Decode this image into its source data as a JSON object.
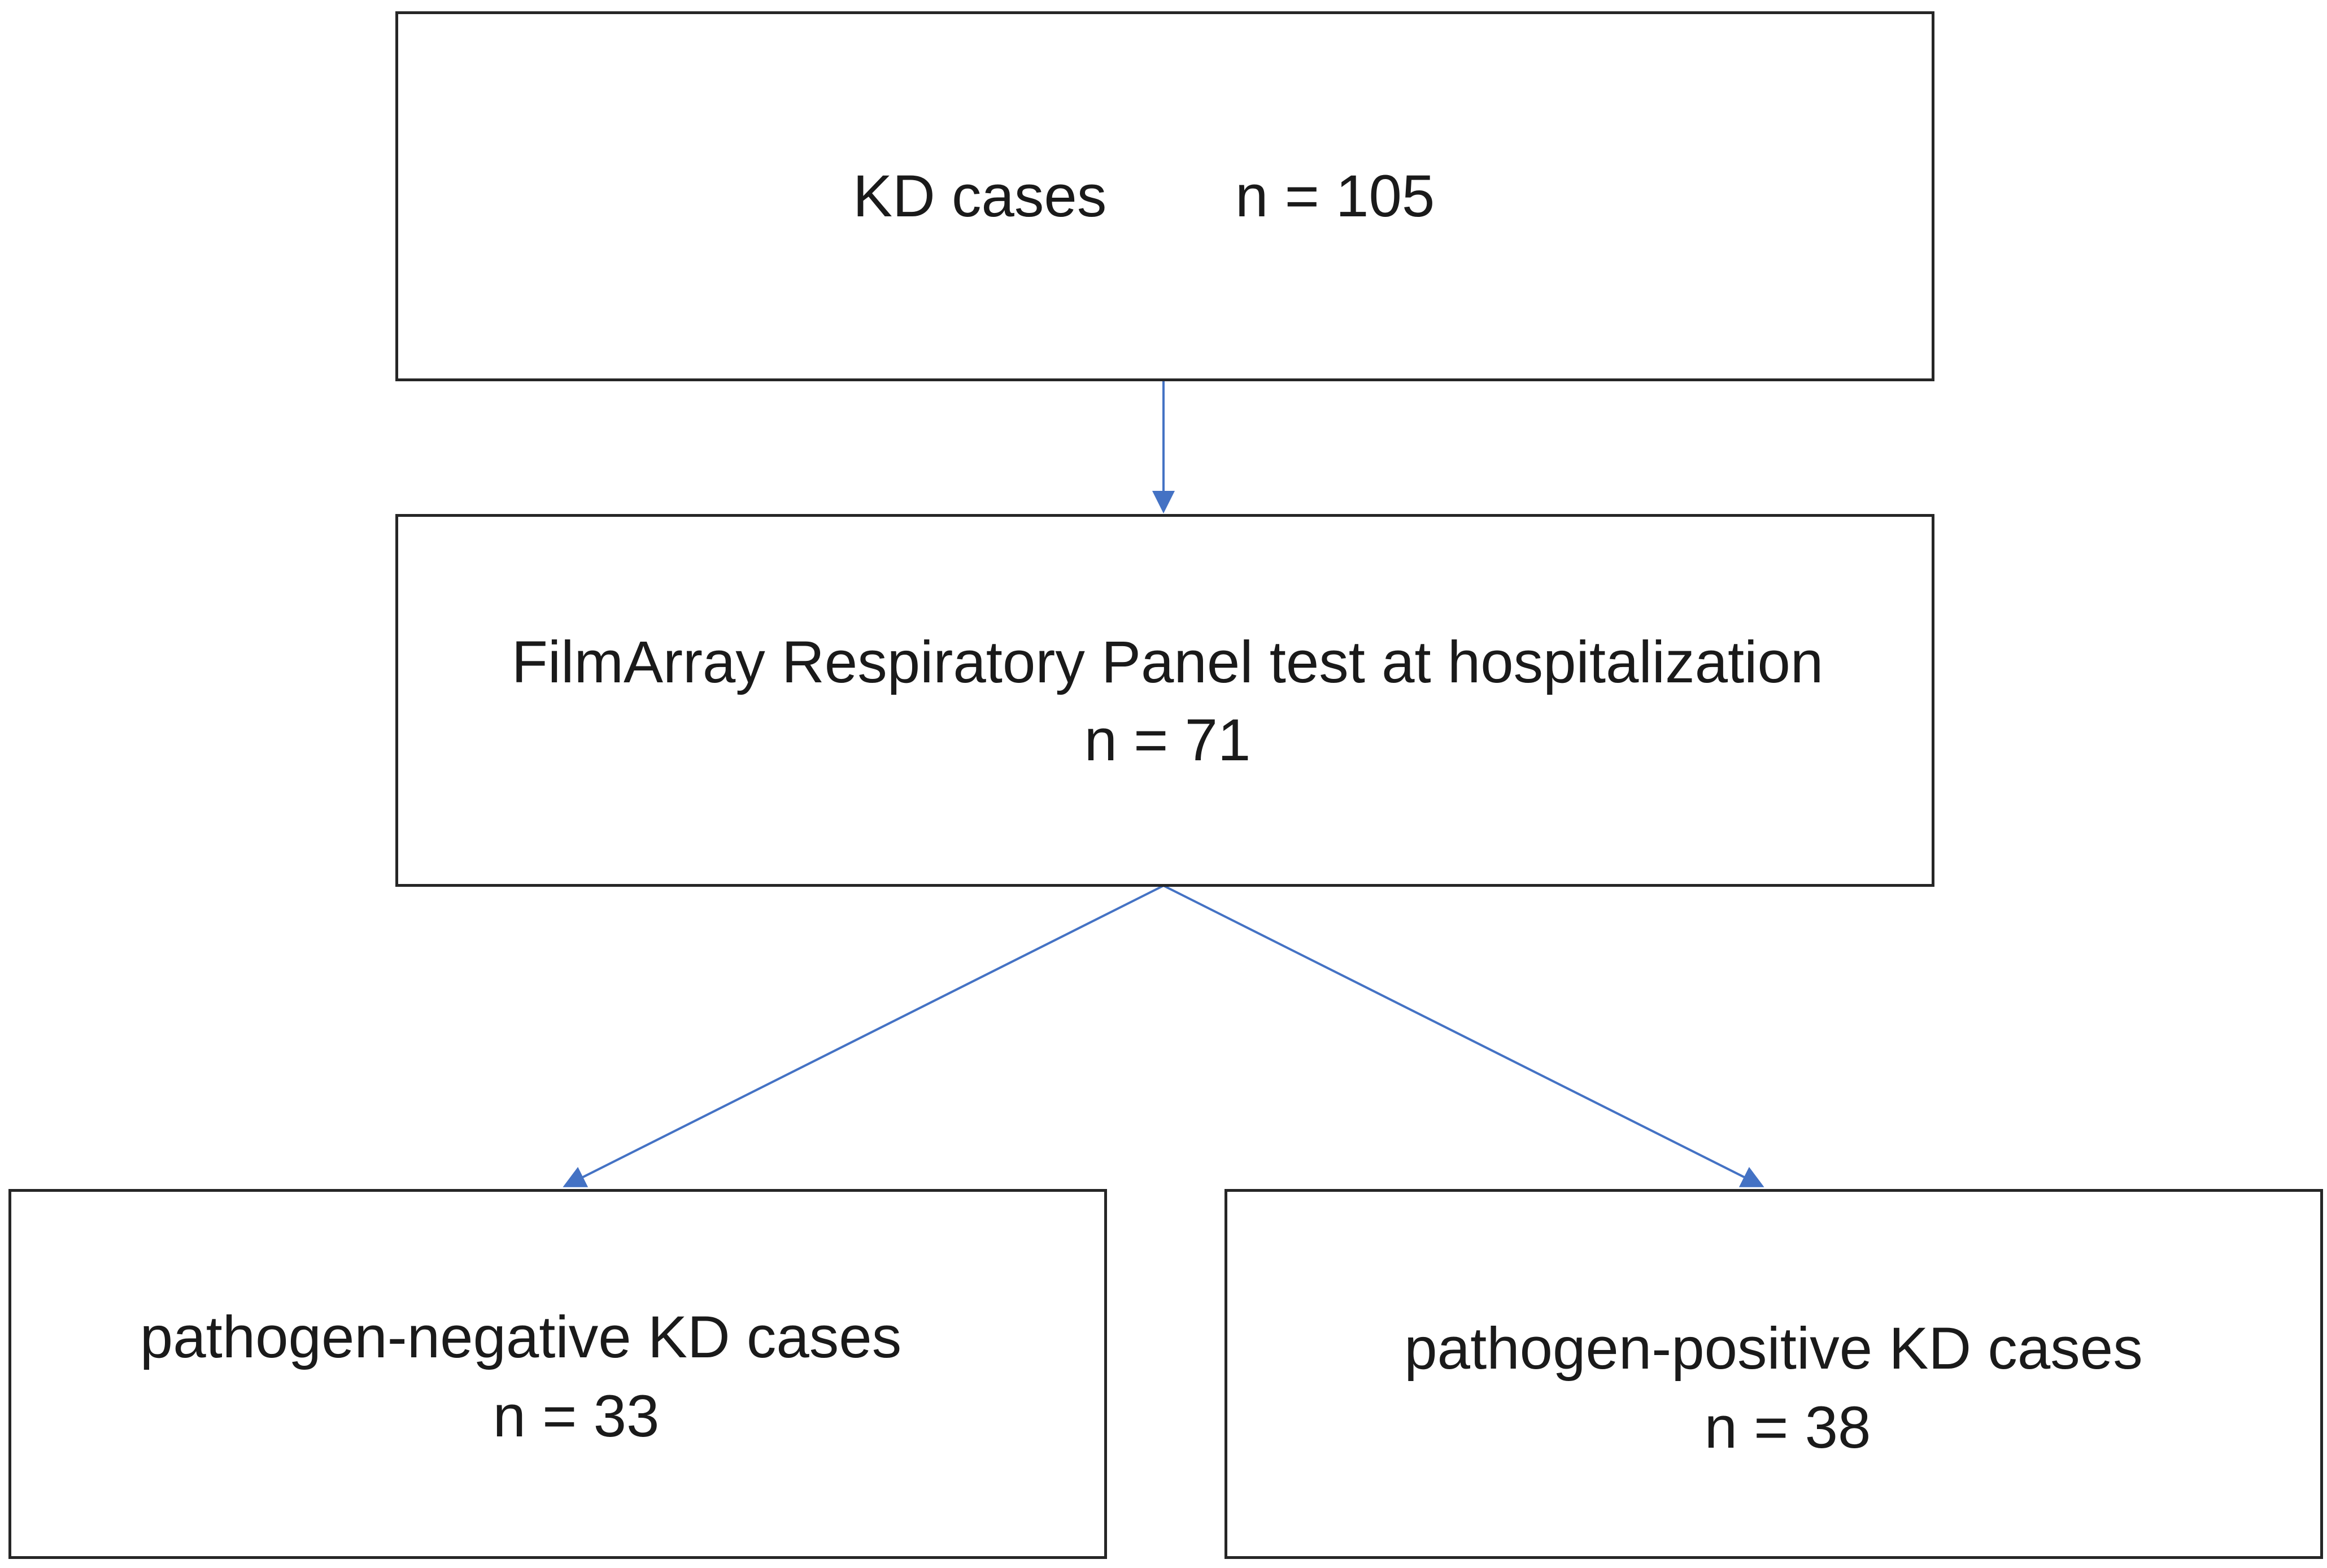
{
  "nodes": {
    "kd_cases": {
      "label": "KD cases",
      "count": "n = 105"
    },
    "filmarray_test": {
      "label": "FilmArray Respiratory Panel test at hospitalization",
      "count": "n = 71"
    },
    "pathogen_negative": {
      "label": "pathogen-negative KD cases",
      "count": "n = 33"
    },
    "pathogen_positive": {
      "label": "pathogen-positive KD cases",
      "count": "n = 38"
    }
  },
  "edges": [
    {
      "from": "kd_cases",
      "to": "filmarray_test"
    },
    {
      "from": "filmarray_test",
      "to": "pathogen_negative"
    },
    {
      "from": "filmarray_test",
      "to": "pathogen_positive"
    }
  ],
  "colors": {
    "box_border": "#262626",
    "arrow": "#4472c4",
    "text": "#1a1a1a"
  }
}
